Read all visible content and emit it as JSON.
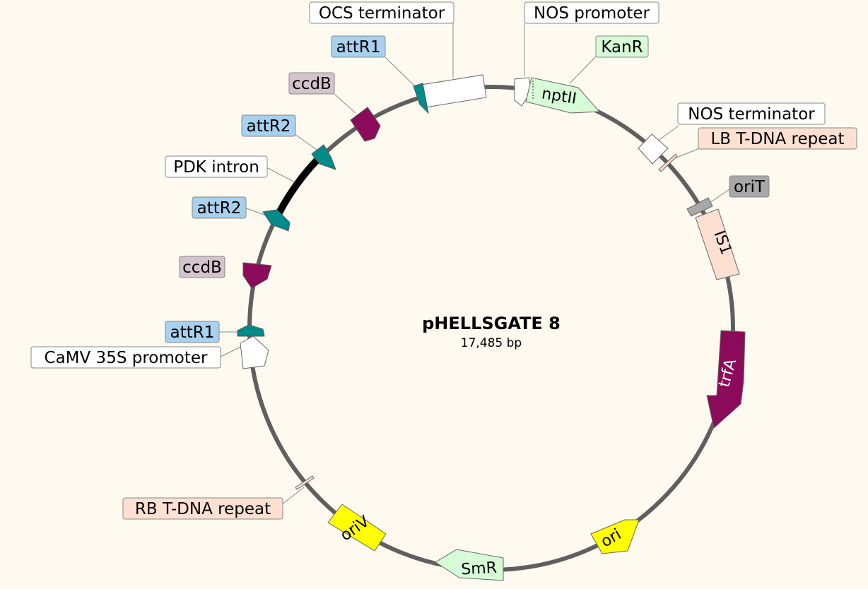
{
  "plasmid": {
    "name": "pHELLSGATE 8",
    "size": "17,485 bp"
  },
  "colors": {
    "background": "#fffaf0",
    "backbone": "#5f5f5f",
    "promoter": "#ffffff",
    "terminator": "#ffffff",
    "marker": "#d6fbd6",
    "att_site": "#008b8b",
    "att_label": "#a7d1ef",
    "ccdb": "#8b0a5a",
    "ccdb_label": "#d4c3cc",
    "ori": "#ffff00",
    "trfa": "#8b0a5a",
    "is1": "#fde0d2",
    "repeat": "#fde0d2",
    "orit": "#a8a8a8",
    "intron": "#000000"
  },
  "features": {
    "ocs_terminator": "OCS terminator",
    "nos_promoter": "NOS promoter",
    "kanr": "KanR",
    "nptii": "nptII",
    "nos_terminator": "NOS terminator",
    "lb_repeat": "LB T-DNA repeat",
    "orit": "oriT",
    "is1": "IS1",
    "trfa": "trfA",
    "ori": "ori",
    "smr": "SmR",
    "oriv": "oriV",
    "rb_repeat": "RB T-DNA repeat",
    "camv35s": "CaMV 35S promoter",
    "attr1_lower": "attR1",
    "ccdb_lower": "ccdB",
    "attr2_lower": "attR2",
    "pdk_intron": "PDK intron",
    "attr2_upper": "attR2",
    "ccdb_upper": "ccdB",
    "attr1_upper": "attR1"
  }
}
